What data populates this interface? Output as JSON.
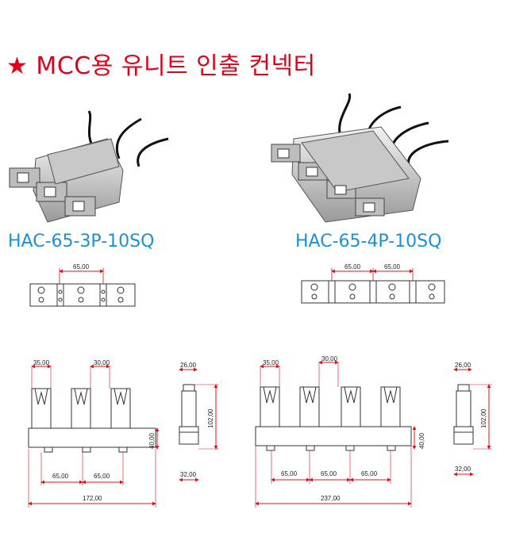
{
  "title": "★ MCC용 유니트 인출 컨넥터",
  "left": {
    "model": "HAC-65-3P-10SQ",
    "top_pitch": "65,00",
    "w1": "35,00",
    "w2": "30,00",
    "p1": "65,00",
    "p2": "65,00",
    "total": "172,00",
    "side_w": "26,00",
    "height": "102,00",
    "body_h": "40,00",
    "base_w": "32,00"
  },
  "right": {
    "model": "HAC-65-4P-10SQ",
    "top_pitch_1": "65,00",
    "top_pitch_2": "65,00",
    "w1": "35,00",
    "w2": "30,00",
    "p1": "65,00",
    "p2": "65,00",
    "p3": "65,00",
    "total": "237,00",
    "side_w": "26,00",
    "height": "102,00",
    "body_h": "40,00",
    "base_w": "32,00"
  }
}
